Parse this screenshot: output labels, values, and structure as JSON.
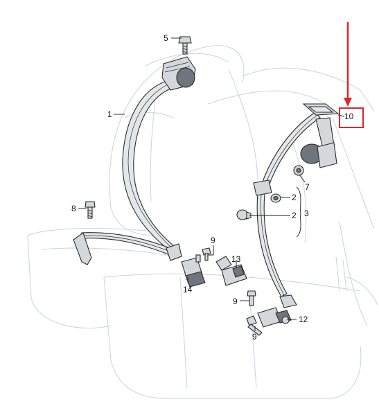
{
  "callouts": {
    "c1": "1",
    "c2a": "2",
    "c2b": "2",
    "c3": "3",
    "c5": "5",
    "c7": "7",
    "c8": "8",
    "c9a": "9",
    "c9b": "9",
    "c9c": "9",
    "c10": "10",
    "c12": "12",
    "c13": "13",
    "c14": "14"
  },
  "highlight": {
    "target_callout": "10",
    "color": "#e0262b"
  },
  "colors": {
    "line_art": "#2a2a2a",
    "seat_ghost": "#c9d3dc",
    "part_fill": "#d4d8dc"
  }
}
